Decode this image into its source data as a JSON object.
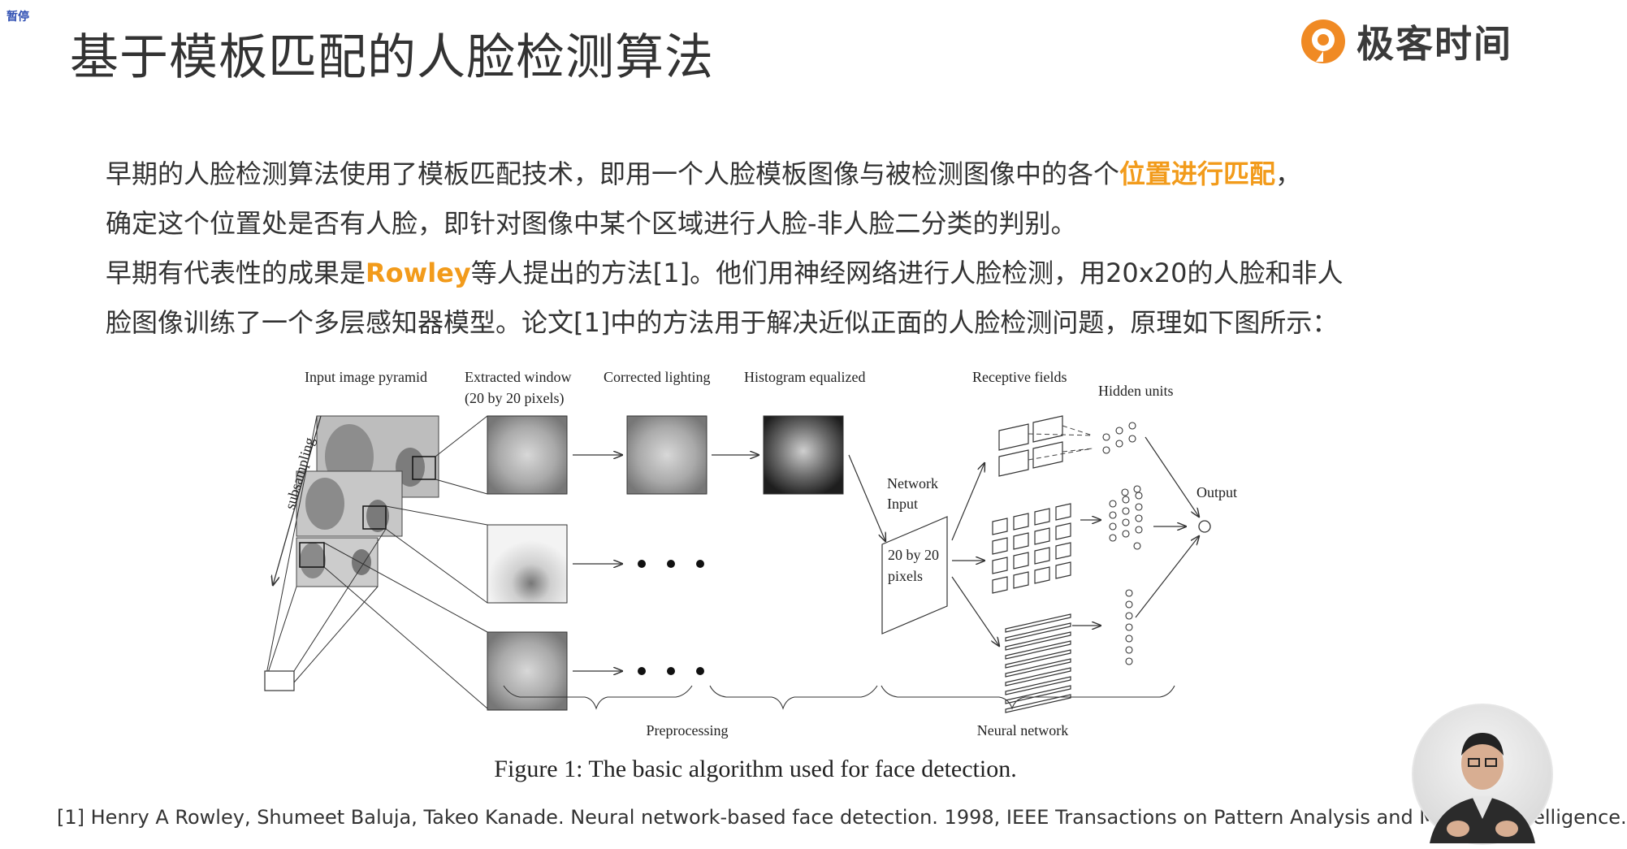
{
  "pause_badge": "暂停",
  "title": "基于模板匹配的人脸检测算法",
  "brand": {
    "name": "极客时间",
    "logo_color": "#f08a24"
  },
  "paragraph": {
    "line1_a": "早期的人脸检测算法使用了模板匹配技术，即用一个人脸模板图像与被检测图像中的各个",
    "line1_hl": "位置进行匹配",
    "line1_b": "，",
    "line2": "确定这个位置处是否有人脸，即针对图像中某个区域进行人脸-非人脸二分类的判别。",
    "line3_a": "早期有代表性的成果是",
    "line3_hl": "Rowley",
    "line3_b": "等人提出的方法[1]。他们用神经网络进行人脸检测，用20x20的人脸和非人",
    "line4": "脸图像训练了一个多层感知器模型。论文[1]中的方法用于解决近似正面的人脸检测问题，原理如下图所示："
  },
  "highlight_color": "#f29b1b",
  "figure": {
    "label_pyramid": "Input image pyramid",
    "label_window_1": "Extracted window",
    "label_window_2": "(20 by 20 pixels)",
    "label_lighting": "Corrected lighting",
    "label_histogram": "Histogram equalized",
    "label_receptive": "Receptive fields",
    "label_hidden": "Hidden units",
    "label_output": "Output",
    "label_subsampling": "subsampling",
    "label_network_input_1": "Network",
    "label_network_input_2": "Input",
    "label_net_box_1": "20 by 20",
    "label_net_box_2": "pixels",
    "label_preprocessing": "Preprocessing",
    "label_neural_network": "Neural network"
  },
  "caption": "Figure 1: The basic algorithm used for face detection.",
  "reference": "[1] Henry A Rowley, Shumeet Baluja, Takeo Kanade. Neural network-based face detection. 1998, IEEE Transactions on Pattern Analysis and Machine Intelligence."
}
